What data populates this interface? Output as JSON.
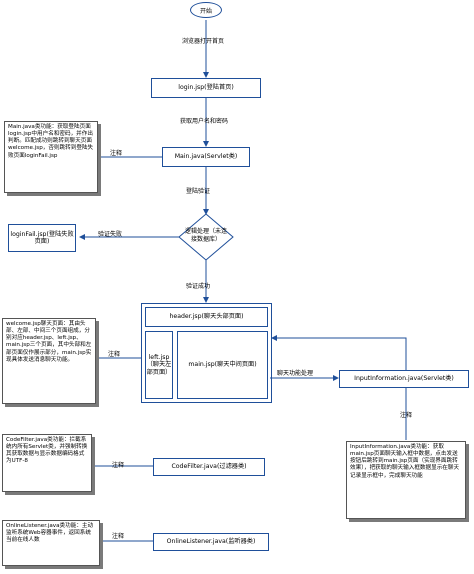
{
  "start": "开始",
  "edges": {
    "open_home": "浏览器打开首页",
    "get_credentials": "获取用户名和密码",
    "login_verify": "登陆验证",
    "verify_fail": "验证失败",
    "verify_success": "验证成功",
    "chat_processing": "聊天功能处理",
    "annotation": "注释"
  },
  "nodes": {
    "login": "login.jsp(登陆首页)",
    "main_servlet": "Main.java(Servlet类)",
    "logic": "逻辑处理（未连接数据库）",
    "login_fail": "loginFail.jsp(登陆失败页面)",
    "header": "header.jsp(聊天头部页面)",
    "left": "left.jsp（聊天左部页面）",
    "main_jsp": "main.jsp(聊天中间页面)",
    "input_info": "InputInformation.java(Servlet类)",
    "code_filter": "CodeFilter.java(过滤器类)",
    "online_listener": "OnlineListener.java(监听器类)"
  },
  "notes": {
    "main_java": "Main.java类功能：获取登陆页面login.jsp中用户名和密码，并作出判断。匹配成功则跳转到聊天页面welcome.jsp，否则跳转到登陆失败页面loginFail.jsp",
    "welcome": "welcome.jsp聊天页面：其由头部、左部、中间三个页面组成，分别对应header.jsp、left.jsp、main.jsp三个页面，其中头部和左部页面仅作展示部分，main.jsp实现具体发送消息聊天功能。",
    "code_filter": "CodeFilter.java类功能：拦截系统内所有Servlet类，并强制转换其获取数据与显示数据编码格式为UTF-8",
    "online_listener": "OnlineListener.java类功能：主动监听系统Web容器事件，返回系统当前在线人数",
    "input_info": "InputInformation.java类功能：获取main.jsp页面聊天输入框中数据，点击发送按钮后跳转到main.jsp页面（实现界面跳转效果），把获取的聊天输入框数据显示在聊天记录显示框中，完成聊天功能"
  }
}
